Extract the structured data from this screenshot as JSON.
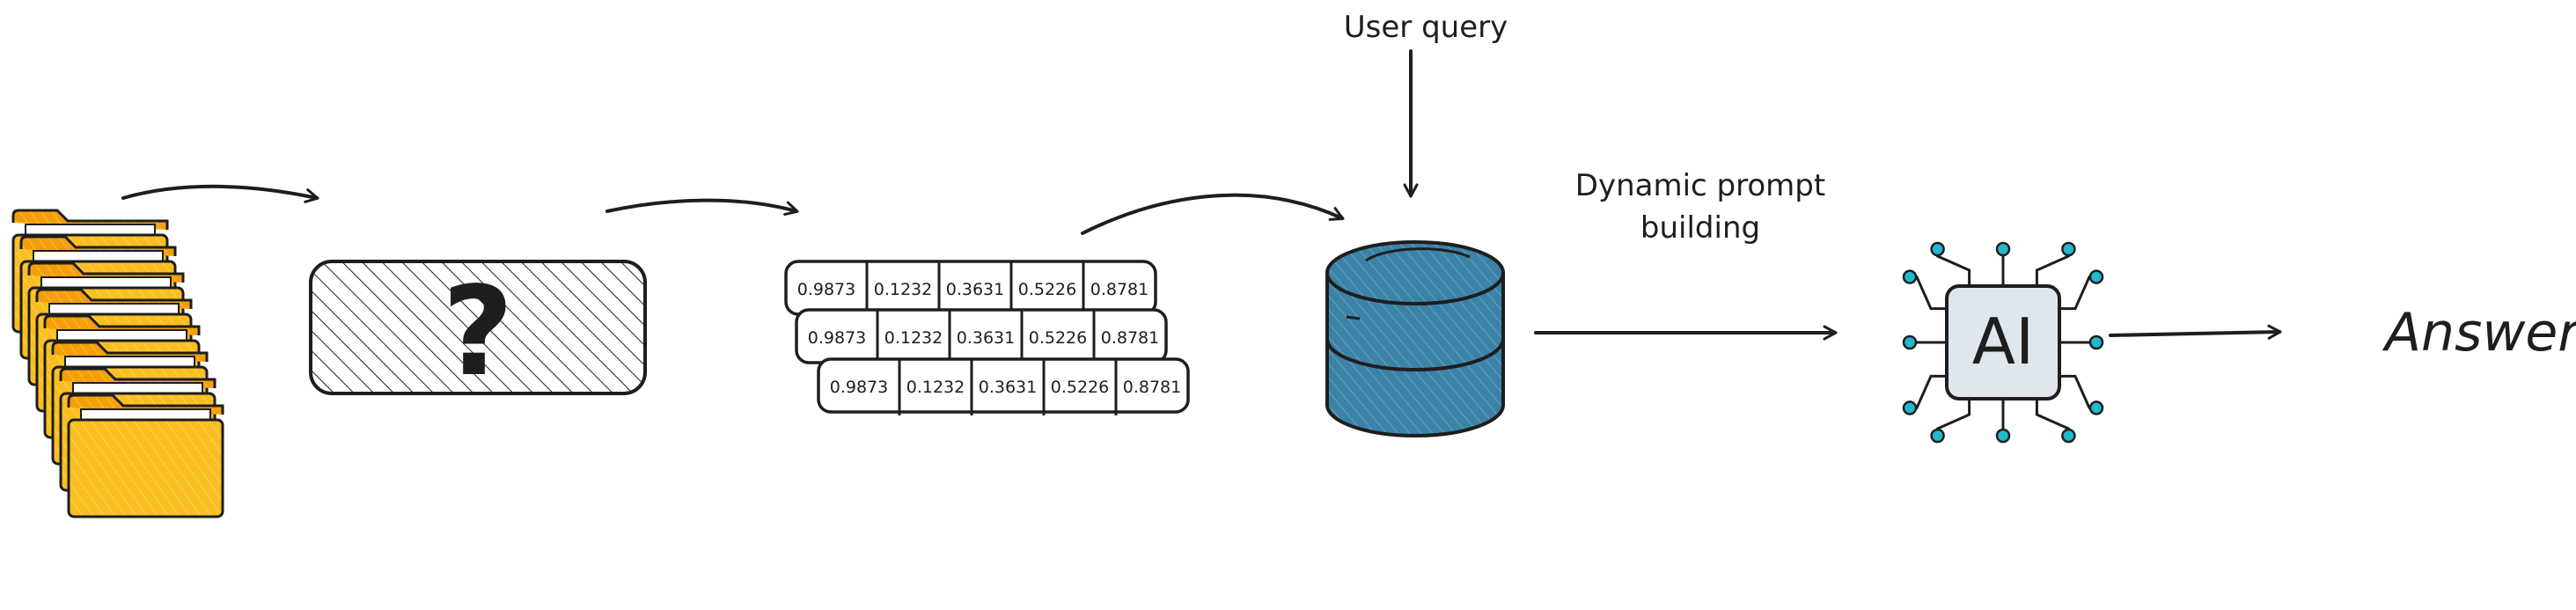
{
  "labels": {
    "user_query": "User query",
    "prompt_line1": "Dynamic prompt",
    "prompt_line2": "building",
    "unknown_step": "?",
    "ai_chip": "AI",
    "answer": "Answer"
  },
  "embedding_rows": [
    [
      "0.9873",
      "0.1232",
      "0.3631",
      "0.5226",
      "0.8781"
    ],
    [
      "0.9873",
      "0.1232",
      "0.3631",
      "0.5226",
      "0.8781"
    ],
    [
      "0.9873",
      "0.1232",
      "0.3631",
      "0.5226",
      "0.8781"
    ]
  ],
  "colors": {
    "folder_fill": "#fbbf24",
    "folder_back": "#f59e0b",
    "database_fill": "#3b82a6",
    "chip_body": "#dfe6ee",
    "chip_pin_dot": "#22b8cf",
    "stroke": "#1e1e1e"
  },
  "icons": [
    "folder-stack-icon",
    "database-icon",
    "ai-chip-icon"
  ]
}
